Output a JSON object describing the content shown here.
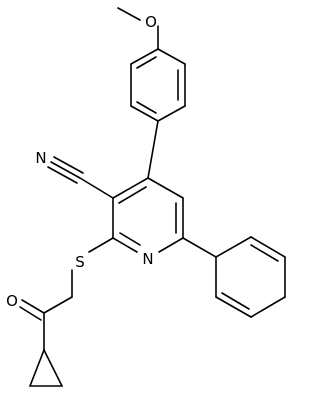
{
  "molecule": {
    "atom_labels": {
      "methoxy_oxygen": "O",
      "nitrile_nitrogen": "N",
      "sulfur": "S",
      "pyridine_nitrogen": "N",
      "ketone_oxygen": "O"
    }
  }
}
